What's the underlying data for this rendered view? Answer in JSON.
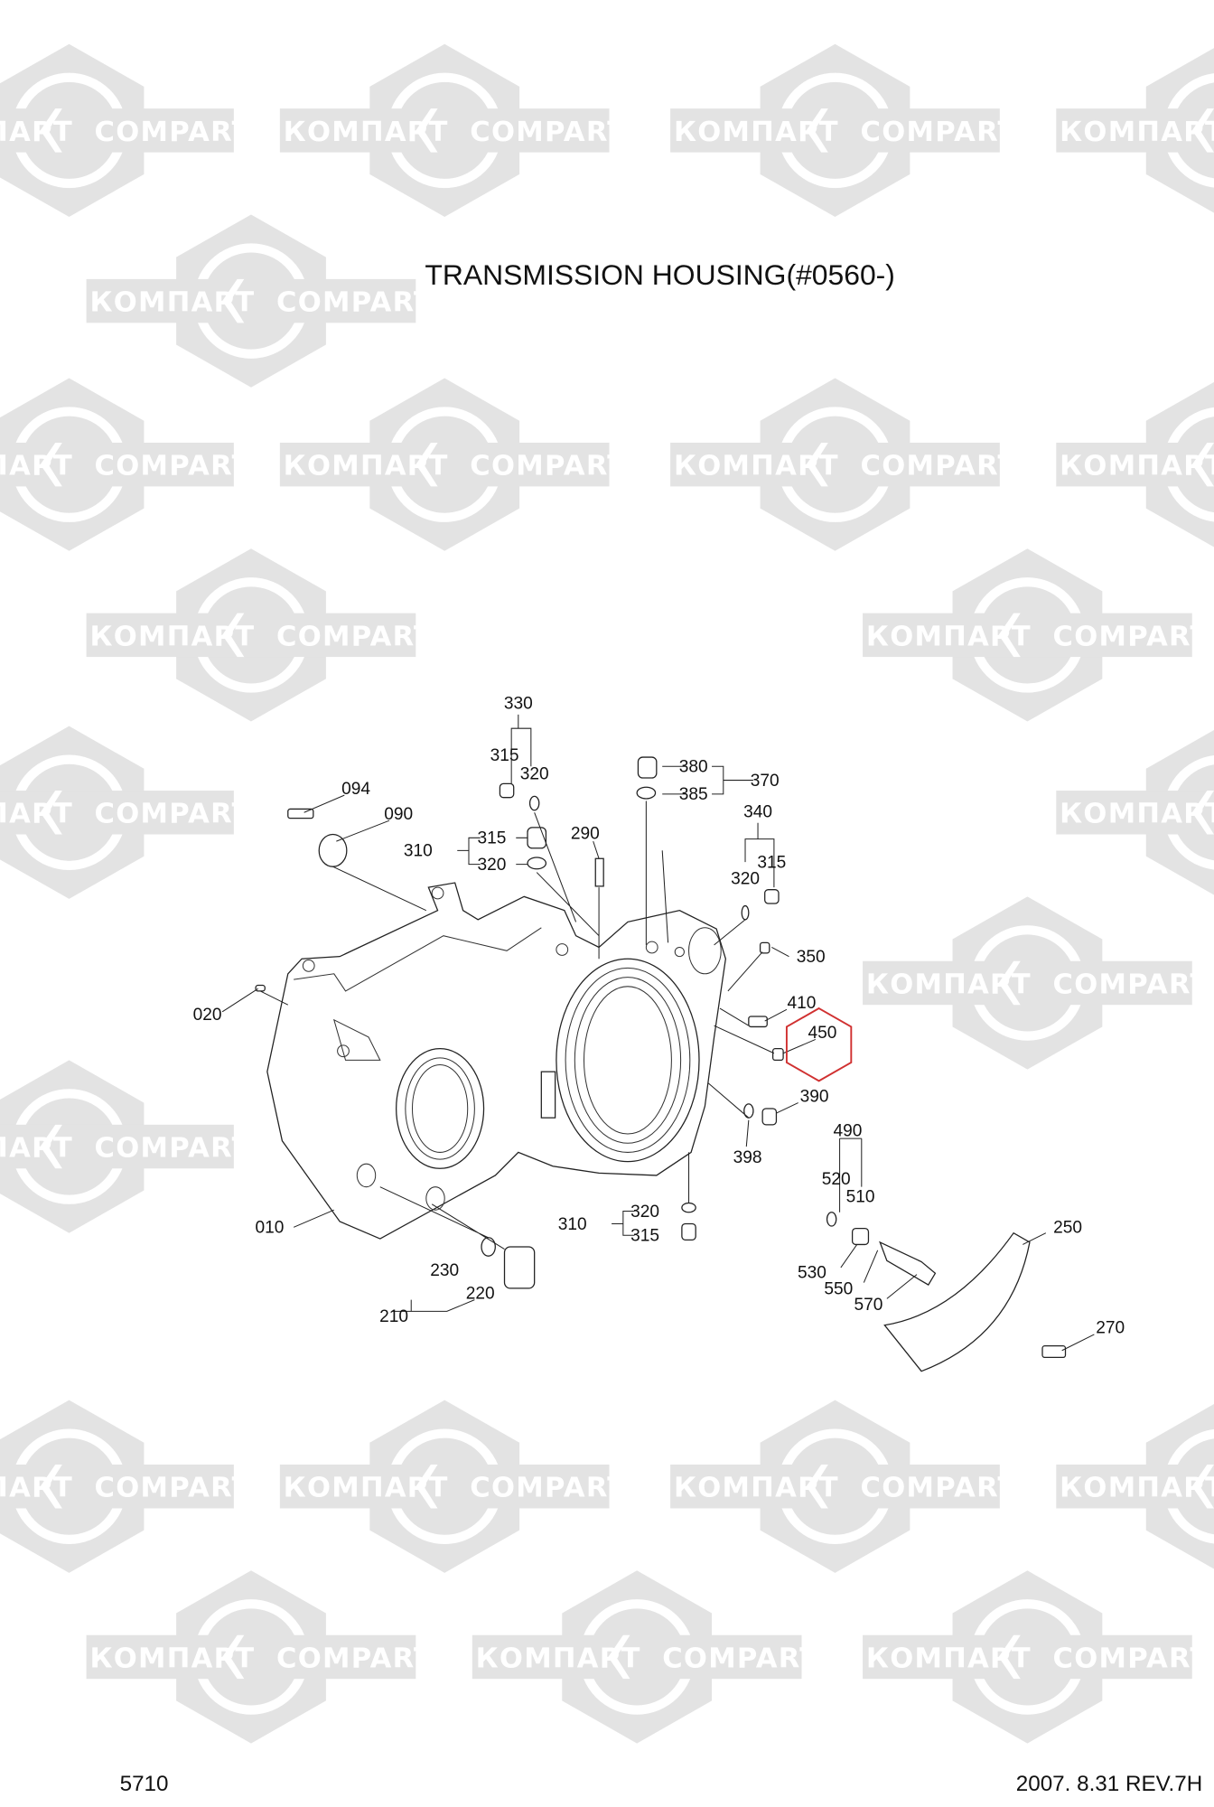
{
  "title": "TRANSMISSION HOUSING(#0560-)",
  "watermark": {
    "left_text": "КОМПАРТ",
    "right_text": "COMPART",
    "color": "#e3e3e3"
  },
  "highlight_color": "#d03030",
  "highlighted_part": "450",
  "callouts": [
    "330",
    "315",
    "320",
    "094",
    "090",
    "310",
    "315",
    "320",
    "290",
    "380",
    "385",
    "370",
    "340",
    "315",
    "320",
    "350",
    "410",
    "450",
    "390",
    "020",
    "398",
    "490",
    "520",
    "510",
    "010",
    "310",
    "320",
    "315",
    "230",
    "220",
    "210",
    "530",
    "550",
    "570",
    "250",
    "270"
  ],
  "footer": {
    "page": "5710",
    "date_rev": "2007.  8.31  REV.7H"
  }
}
